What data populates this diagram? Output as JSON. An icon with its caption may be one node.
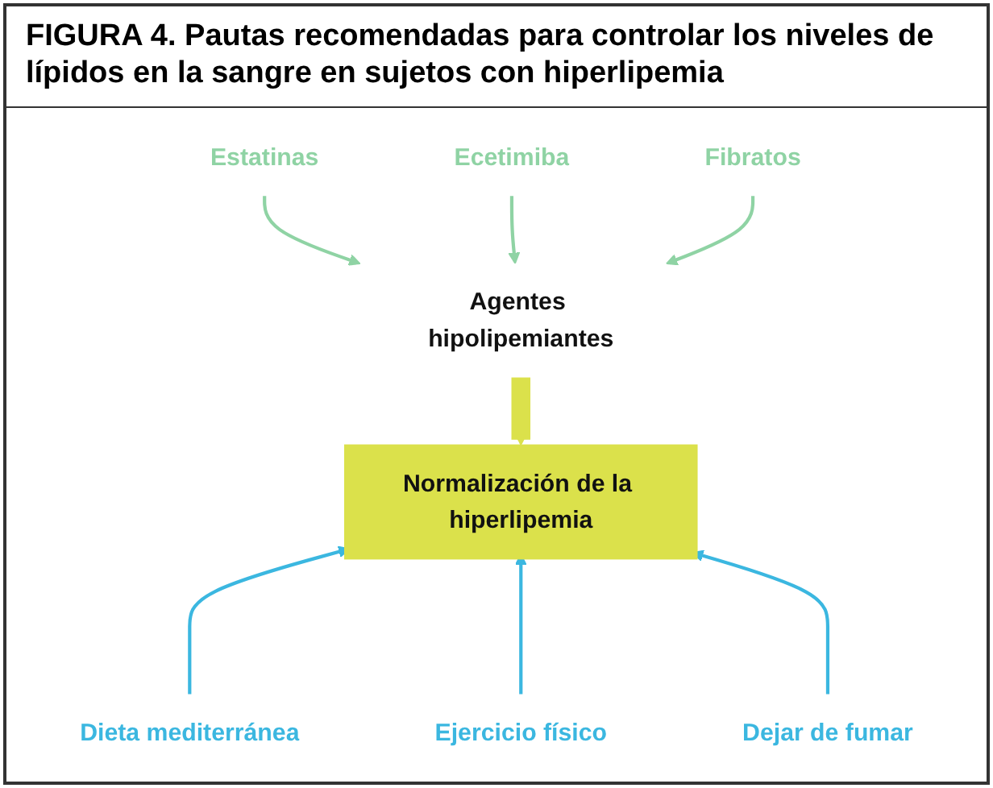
{
  "diagram": {
    "title": "FIGURA 4. Pautas recomendadas para controlar los niveles de lípidos en la sangre en sujetos con hiperlipemia",
    "nodes": [
      {
        "text": [
          "Estatinas"
        ]
      },
      {
        "text": [
          "Ecetimiba"
        ]
      },
      {
        "text": [
          "Fibratos"
        ]
      },
      {
        "text": [
          "Agentes hipolipemiantes"
        ]
      },
      {
        "text": [
          "Normalización de la hiperlipemia"
        ]
      },
      {
        "text": [
          "Dieta mediterránea"
        ]
      },
      {
        "text": [
          "Ejercicio físico"
        ]
      },
      {
        "text": [
          "Dejar de fumar"
        ]
      }
    ],
    "edges": [
      {
        "from": 0,
        "to": 3,
        "arrow": "to",
        "color": "#8fd3a4"
      },
      {
        "from": 1,
        "to": 3,
        "arrow": "to",
        "color": "#8fd3a4"
      },
      {
        "from": 2,
        "to": 3,
        "arrow": "to",
        "color": "#8fd3a4"
      },
      {
        "from": 3,
        "to": 4,
        "arrow": "to",
        "style": "thick",
        "color": "#dbe14b"
      },
      {
        "from": 5,
        "to": 4,
        "arrow": "to",
        "color": "#3bb7e0"
      },
      {
        "from": 6,
        "to": 4,
        "arrow": "to",
        "color": "#3bb7e0"
      },
      {
        "from": 7,
        "to": 4,
        "arrow": "to",
        "color": "#3bb7e0"
      }
    ]
  }
}
